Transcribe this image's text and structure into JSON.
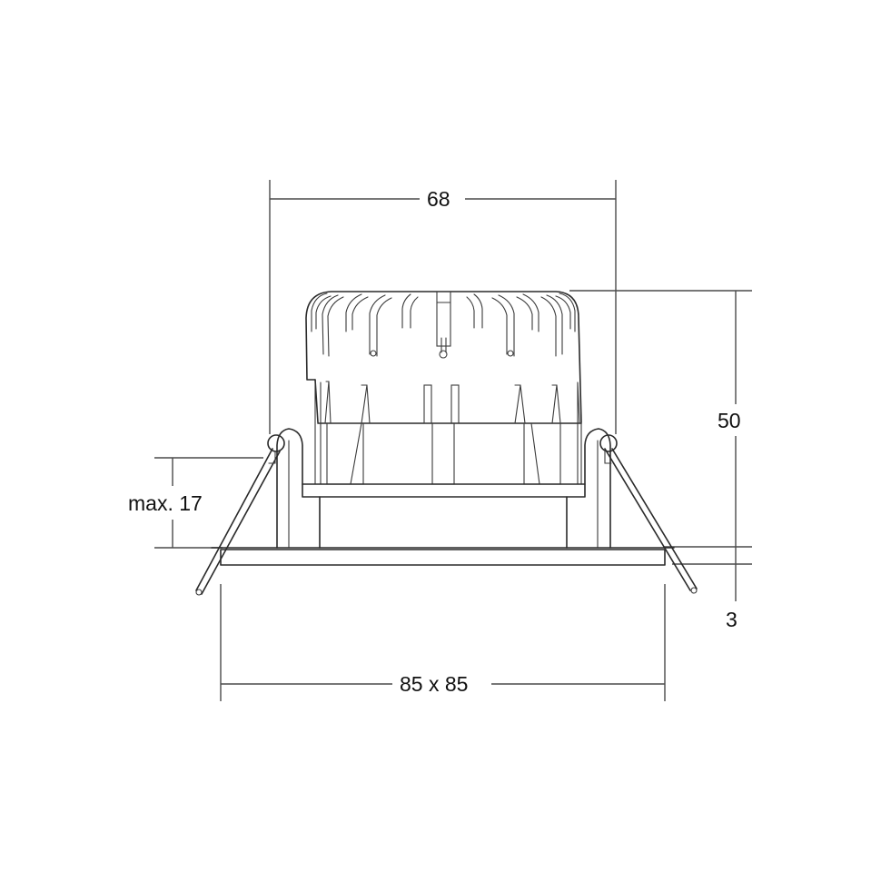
{
  "diagram": {
    "type": "technical dimension drawing",
    "subject": "recessed downlight, side view",
    "line_color": "#2a2a2a",
    "background": "#ffffff"
  },
  "dimensions": {
    "top_width": "68",
    "overall_height": "50",
    "ceiling_thickness": "max. 17",
    "trim_thickness": "3",
    "cutout_trim": "85 x 85"
  }
}
